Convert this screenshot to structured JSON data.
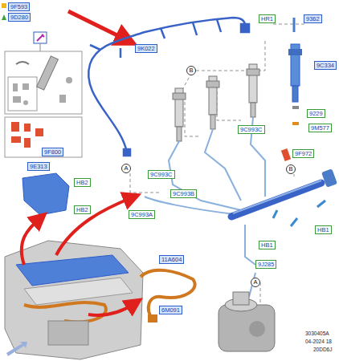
{
  "diagram": {
    "nodes": [
      {
        "text": [
          "9F593"
        ]
      },
      {
        "text": [
          "9D280"
        ]
      },
      {
        "text": [
          "9K022"
        ]
      },
      {
        "text": [
          "HR1"
        ]
      },
      {
        "text": [
          "9362"
        ]
      },
      {
        "text": [
          "B"
        ]
      },
      {
        "text": [
          "9C334"
        ]
      },
      {
        "text": [
          "9F800"
        ]
      },
      {
        "text": [
          "9229"
        ]
      },
      {
        "text": [
          "9M577"
        ]
      },
      {
        "text": [
          "A"
        ]
      },
      {
        "text": [
          "9C993C"
        ]
      },
      {
        "text": [
          "9C993C"
        ]
      },
      {
        "text": [
          "9F972"
        ]
      },
      {
        "text": [
          "9E313"
        ]
      },
      {
        "text": [
          "HB2"
        ]
      },
      {
        "text": [
          "B"
        ]
      },
      {
        "text": [
          "9C993B"
        ]
      },
      {
        "text": [
          "9C993A"
        ]
      },
      {
        "text": [
          "HB2"
        ]
      },
      {
        "text": [
          "HB1"
        ]
      },
      {
        "text": [
          "HB1"
        ]
      },
      {
        "text": [
          "11A604"
        ]
      },
      {
        "text": [
          "9J285"
        ]
      },
      {
        "text": [
          "6M091"
        ]
      },
      {
        "text": [
          "A"
        ]
      }
    ],
    "labels": [
      "3030405A",
      "04-2024 18",
      "20DD6J"
    ]
  }
}
